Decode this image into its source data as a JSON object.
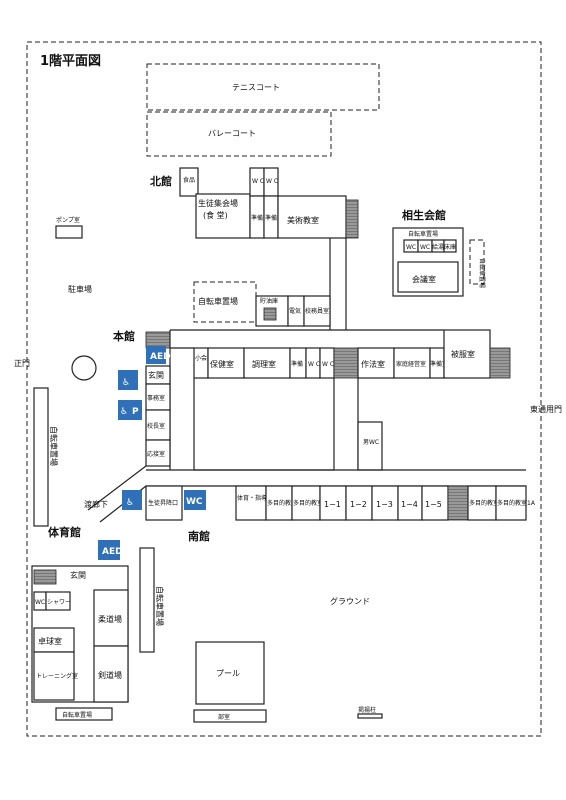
{
  "title": "1階平面図",
  "buildings": {
    "north": "北館",
    "main": "本館",
    "south": "南館",
    "gym": "体育館",
    "hall": "相生会館"
  },
  "rooms": {
    "tennis": "テニスコート",
    "volley": "バレーコート",
    "shokuhin": "食品",
    "cafeteria": "生徒集会場",
    "cafeteria_sub": "(食 堂)",
    "wc": "W C",
    "junbi": "準備室",
    "art": "美術教室",
    "bike": "自転車置場",
    "oil": "貯油庫",
    "denki": "電気",
    "teacher": "校務員室",
    "pump": "ポンプ室",
    "parking": "駐車場",
    "hall_bike": "自転車置場",
    "hall_wc": "WC",
    "hall_kyuto": "給湯",
    "hall_yuka": "床庫",
    "kaigi": "会議室",
    "hall_bike_side": "自転車置場",
    "shokaigi": "小会議室",
    "hoken": "保健室",
    "chori": "調理室",
    "junbi2": "準備",
    "sahou": "作法室",
    "katei": "家庭経営室",
    "junbi3": "準備室",
    "hifuku": "被服室",
    "genkan": "玄関",
    "jimu": "事務室",
    "kocho": "校長室",
    "osetsu": "応接室",
    "men_wc": "男WC",
    "seito_shoko": "生徒昇降口",
    "taiiku_shido": "体育・指導部倉庫",
    "tamokuteki_d": "多目的教室1D",
    "tamokuteki_c": "多目的教室1C",
    "c11": "1−1",
    "c12": "1−2",
    "c13": "1−3",
    "c14": "1−4",
    "c15": "1−5",
    "tamokuteki_b": "多目的教室1B",
    "tamokuteki_a": "多目的教室1A",
    "watari": "渡廊下",
    "gym_genkan": "玄関",
    "gym_wc": "WC",
    "shower": "シャワー",
    "takkyu": "卓球室",
    "training": "トレーニング室",
    "judo": "柔道場",
    "kendo": "剣道場",
    "gym_bike": "自転車置場",
    "left_bike": "自転車置場",
    "right_bike": "自転車置場",
    "ground": "グラウンド",
    "pool": "プール",
    "bu": "部室",
    "keiyo": "掲揚柱"
  },
  "gates": {
    "main_gate": "正門",
    "east_gate": "東通用門"
  },
  "signs": {
    "aed": "AED",
    "wc": "WC",
    "parking": "P"
  },
  "colors": {
    "sign_blue": "#2f70b8",
    "aed_red": "#d23a3a"
  },
  "icons": [
    "wheelchair-icon",
    "aed-icon",
    "parking-icon",
    "stair-hatch"
  ]
}
